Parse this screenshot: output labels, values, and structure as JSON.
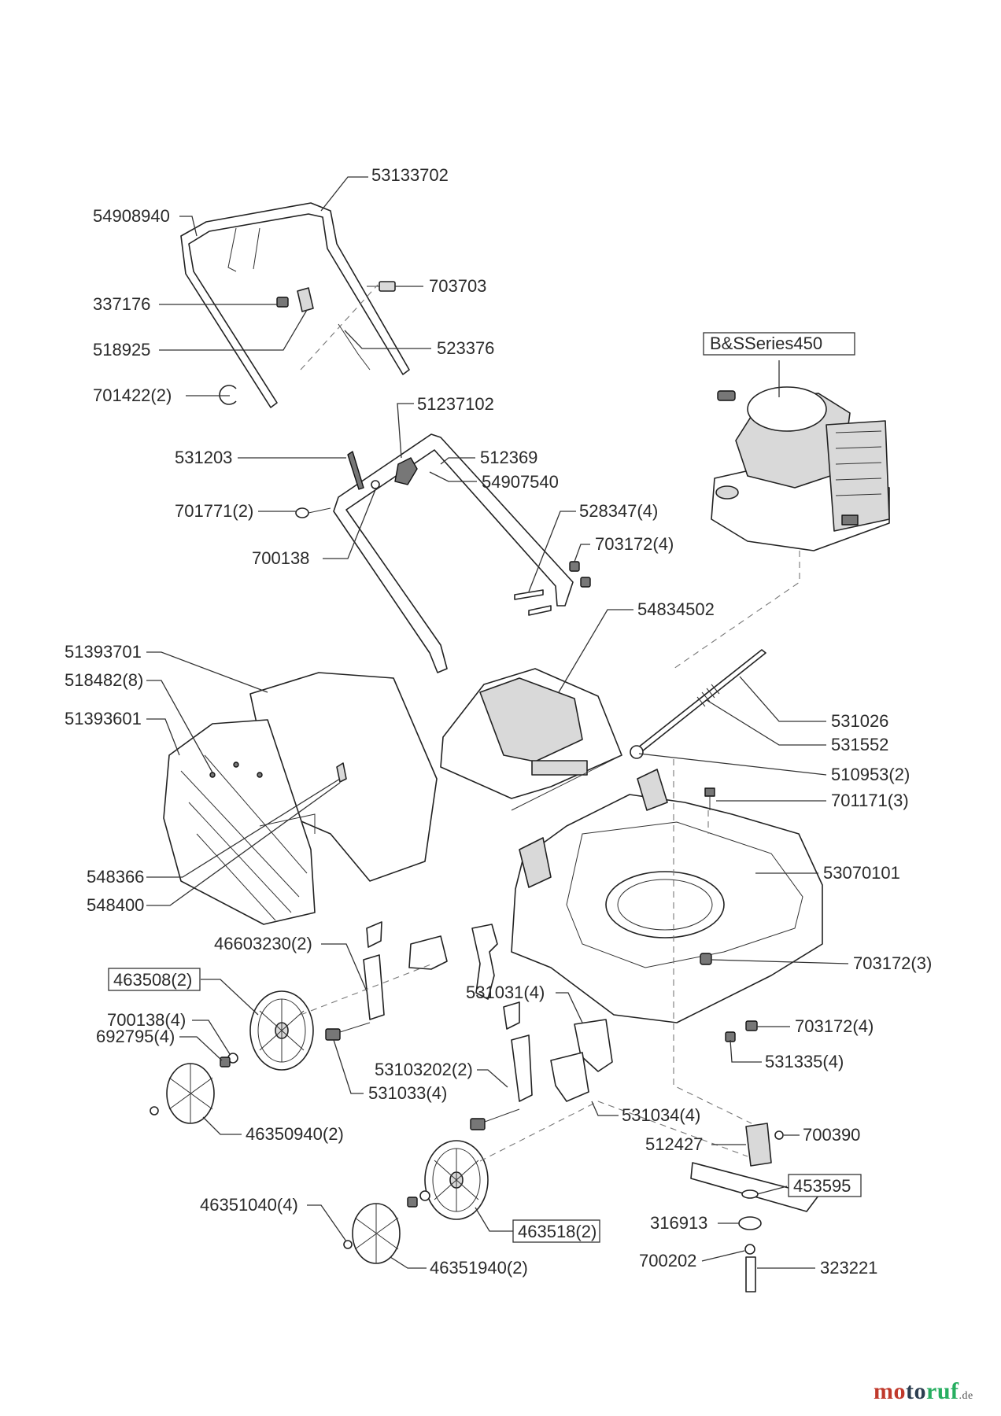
{
  "labels": [
    {
      "id": "l1",
      "text": "53133702"
    },
    {
      "id": "l2",
      "text": "54908940"
    },
    {
      "id": "l3",
      "text": "703703"
    },
    {
      "id": "l4",
      "text": "337176"
    },
    {
      "id": "l5",
      "text": "518925"
    },
    {
      "id": "l6",
      "text": "523376"
    },
    {
      "id": "l7",
      "text": "701422(2)"
    },
    {
      "id": "l8",
      "text": "51237102"
    },
    {
      "id": "l9",
      "text": "531203"
    },
    {
      "id": "l10",
      "text": "512369"
    },
    {
      "id": "l11",
      "text": "54907540"
    },
    {
      "id": "l12",
      "text": "701771(2)"
    },
    {
      "id": "l13",
      "text": "528347(4)"
    },
    {
      "id": "l14",
      "text": "703172(4)"
    },
    {
      "id": "l15",
      "text": "700138"
    },
    {
      "id": "l16",
      "text": "54834502"
    },
    {
      "id": "l17",
      "text": "51393701"
    },
    {
      "id": "l18",
      "text": "518482(8)"
    },
    {
      "id": "l19",
      "text": "51393601"
    },
    {
      "id": "l20",
      "text": "531026"
    },
    {
      "id": "l21",
      "text": "531552"
    },
    {
      "id": "l22",
      "text": "510953(2)"
    },
    {
      "id": "l23",
      "text": "701171(3)"
    },
    {
      "id": "l24",
      "text": "548366"
    },
    {
      "id": "l25",
      "text": "53070101"
    },
    {
      "id": "l26",
      "text": "548400"
    },
    {
      "id": "l27",
      "text": "46603230(2)"
    },
    {
      "id": "l28",
      "text": "703172(3)"
    },
    {
      "id": "l29",
      "text": "463508(2)"
    },
    {
      "id": "l30",
      "text": "531031(4)"
    },
    {
      "id": "l31",
      "text": "700138(4)"
    },
    {
      "id": "l32",
      "text": "703172(4)"
    },
    {
      "id": "l33",
      "text": "692795(4)"
    },
    {
      "id": "l34",
      "text": "531335(4)"
    },
    {
      "id": "l35",
      "text": "53103202(2)"
    },
    {
      "id": "l36",
      "text": "531033(4)"
    },
    {
      "id": "l37",
      "text": "531034(4)"
    },
    {
      "id": "l38",
      "text": "46350940(2)"
    },
    {
      "id": "l39",
      "text": "512427"
    },
    {
      "id": "l40",
      "text": "700390"
    },
    {
      "id": "l41",
      "text": "453595"
    },
    {
      "id": "l42",
      "text": "46351040(4)"
    },
    {
      "id": "l43",
      "text": "316913"
    },
    {
      "id": "l44",
      "text": "463518(2)"
    },
    {
      "id": "l45",
      "text": "700202"
    },
    {
      "id": "l46",
      "text": "323221"
    },
    {
      "id": "l47",
      "text": "46351940(2)"
    },
    {
      "id": "l48",
      "text": "B&SSeries450"
    }
  ],
  "brand": {
    "part1": "mo",
    "part2": "to",
    "part3": "ruf",
    "tld": ".de"
  }
}
